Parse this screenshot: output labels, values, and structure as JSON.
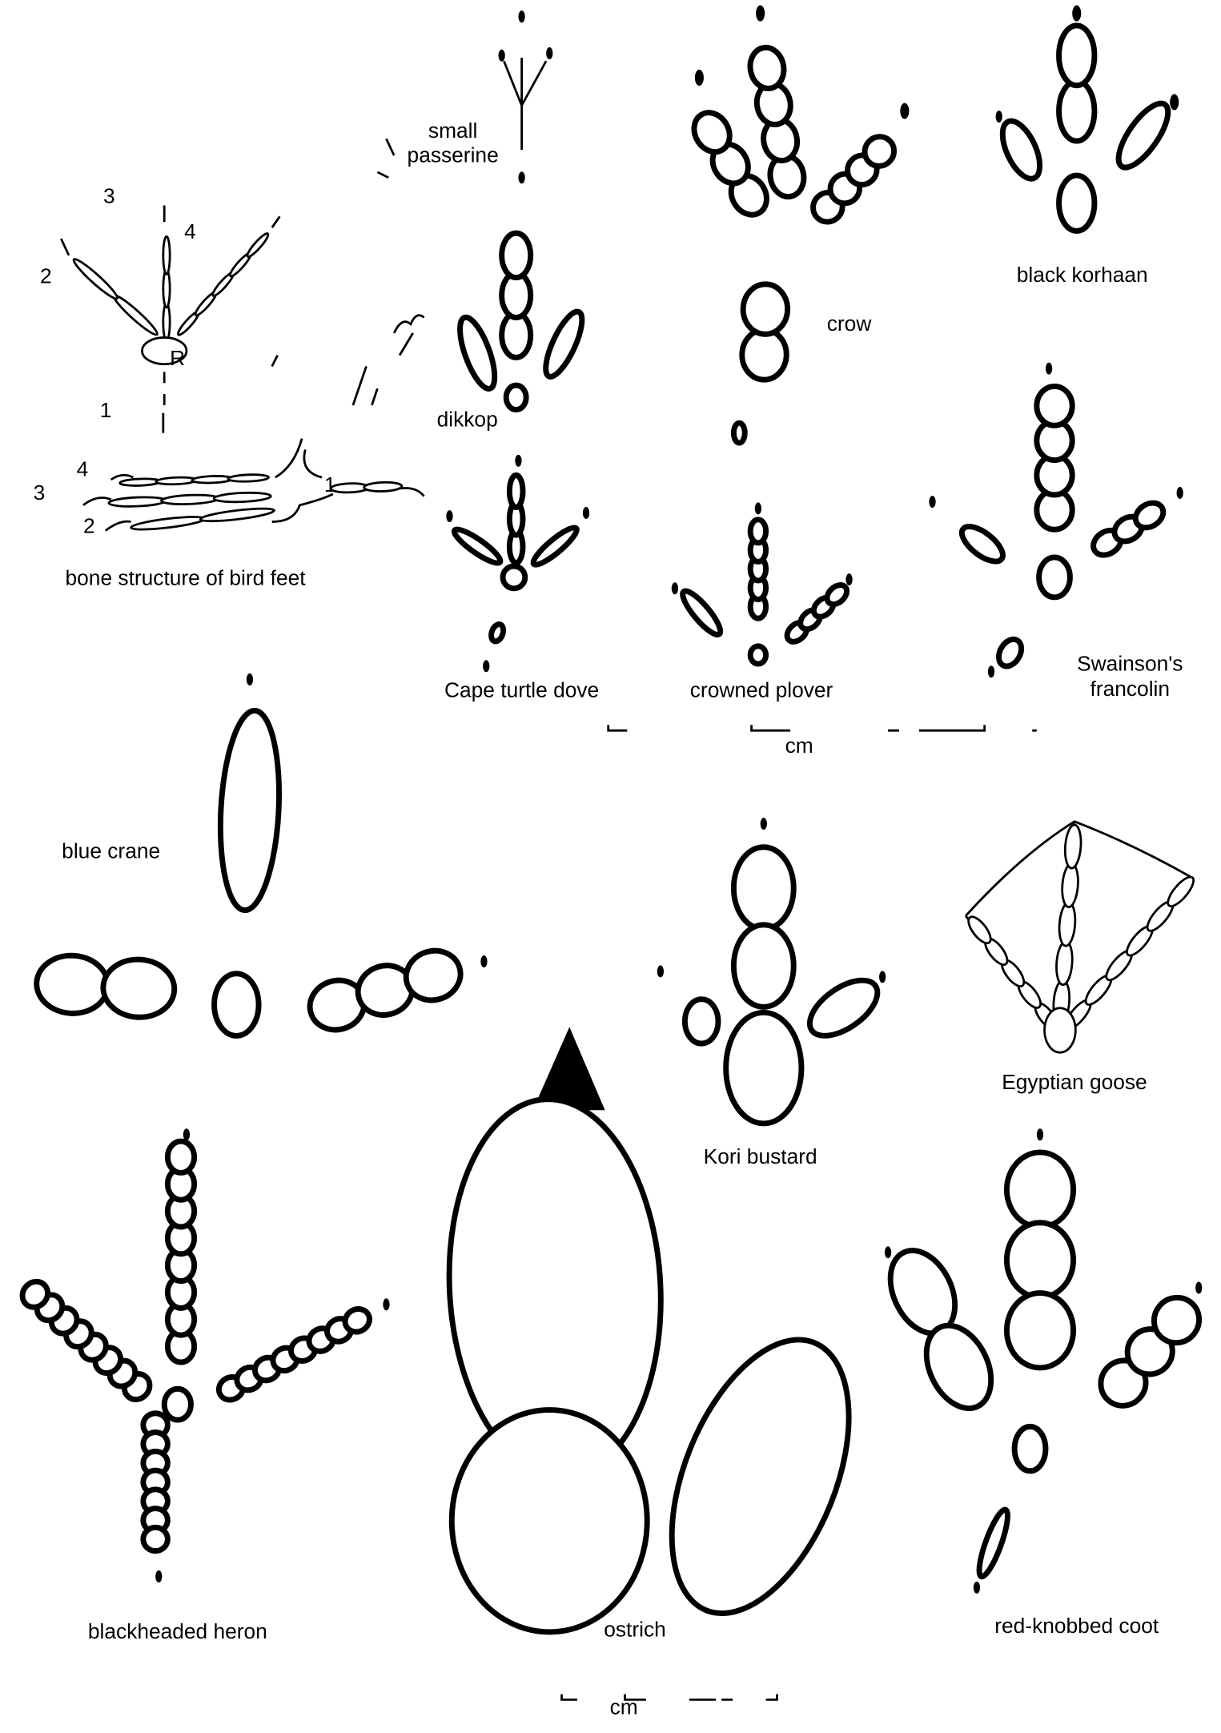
{
  "bone_diagram": {
    "title": "bone structure of bird feet",
    "digits_top": [
      "1",
      "2",
      "3",
      "4"
    ],
    "digits_side": [
      "1",
      "2",
      "3",
      "4"
    ],
    "side_label": "R"
  },
  "species": {
    "small_passerine": [
      "small",
      "passerine"
    ],
    "black_korhaan": "black korhaan",
    "crow": "crow",
    "dikkop": "dikkop",
    "cape_turtle_dove": "Cape turtle dove",
    "crowned_plover": "crowned plover",
    "swainsons_francolin": [
      "Swainson's",
      "francolin"
    ],
    "blue_crane": "blue crane",
    "egyptian_goose": "Egyptian goose",
    "kori_bustard": "Kori bustard",
    "blackheaded_heron": "blackheaded heron",
    "ostrich": "ostrich",
    "red_knobbed_coot": "red-knobbed coot"
  },
  "scales": {
    "top_unit": "cm",
    "bottom_unit": "cm"
  },
  "colors": {
    "ink": "#000000",
    "paper": "#ffffff"
  }
}
